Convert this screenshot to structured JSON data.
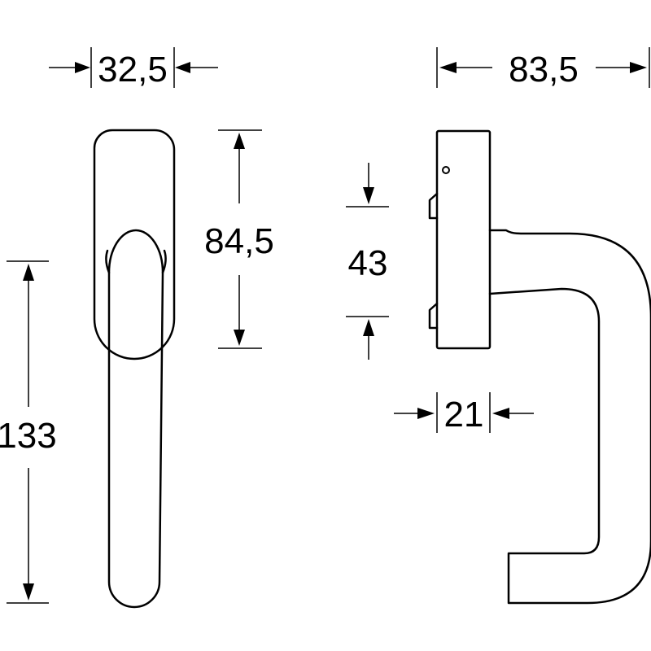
{
  "dimensions": {
    "front_width": "32,5",
    "front_rosette_height": "84,5",
    "front_total_height": "133",
    "side_total_width": "83,5",
    "side_screw_spacing": "43",
    "side_rosette_depth": "21"
  },
  "colors": {
    "line": "#000000",
    "background": "#ffffff"
  }
}
